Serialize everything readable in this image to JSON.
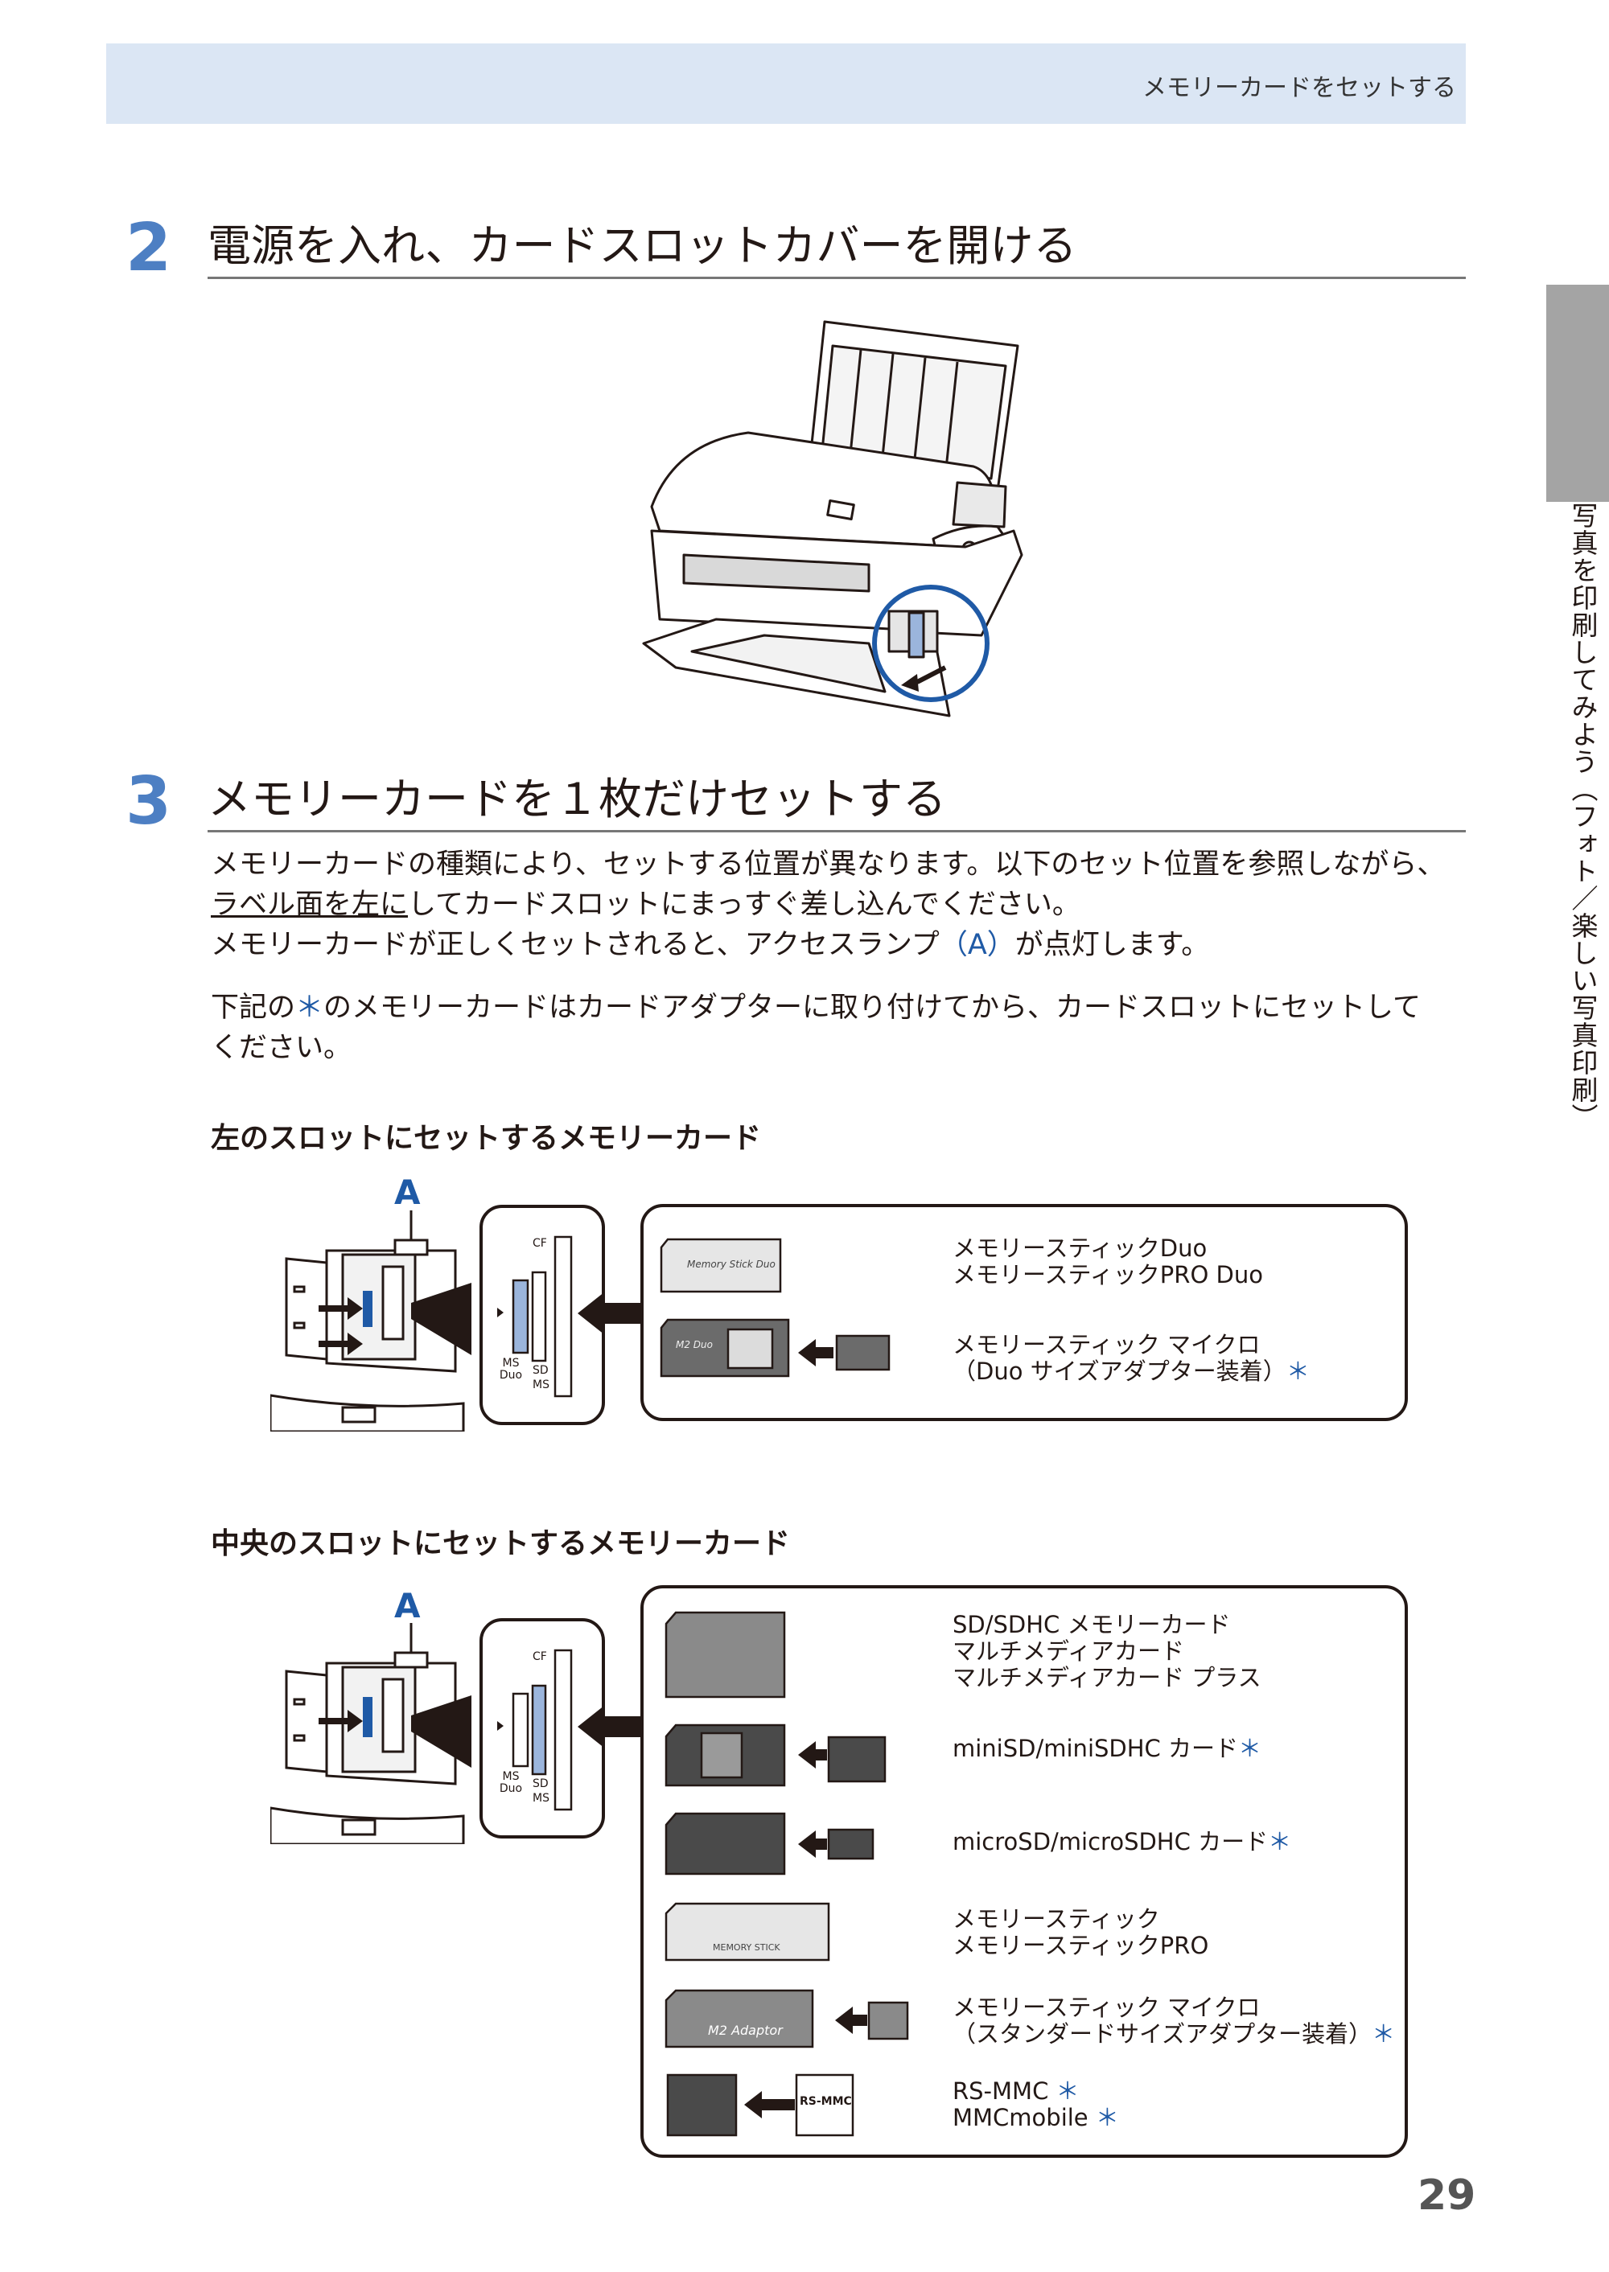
{
  "header": {
    "section_title": "メモリーカードをセットする"
  },
  "side_tab": {
    "text": "写真を印刷してみよう（フォト／楽しい写真印刷）"
  },
  "step2": {
    "number": "2",
    "title": "電源を入れ、カードスロットカバーを開ける"
  },
  "step3": {
    "number": "3",
    "title": "メモリーカードを１枚だけセットする",
    "para1_line1": "メモリーカードの種類により、セットする位置が異なります。以下のセット位置を参照しながら、",
    "para1_line2_underlined": "ラベル面を左に",
    "para1_line2_rest": "してカードスロットにまっすぐ差し込んでください。",
    "para1_line3_pre": "メモリーカードが正しくセットされると、アクセスランプ",
    "para1_line3_mark": "（A）",
    "para1_line3_post": "が点灯します。",
    "para2_pre": "下記の",
    "para2_asterisk": "＊",
    "para2_line1_post": "のメモリーカードはカードアダプターに取り付けてから、カードスロットにセットして",
    "para2_line2": "ください。"
  },
  "left_slot": {
    "heading": "左のスロットにセットするメモリーカード",
    "lamp_label": "A",
    "slot_labels": {
      "cf": "CF",
      "ms_duo": "MS Duo",
      "sd": "SD",
      "ms": "MS"
    },
    "cards": [
      {
        "line1": "メモリースティックDuo",
        "line2": "メモリースティックPRO Duo",
        "asterisk": ""
      },
      {
        "line1": "メモリースティック マイクロ",
        "line2": "（Duo サイズアダプター装着）",
        "asterisk": "＊"
      }
    ]
  },
  "center_slot": {
    "heading": "中央のスロットにセットするメモリーカード",
    "lamp_label": "A",
    "slot_labels": {
      "cf": "CF",
      "ms_duo": "MS Duo",
      "sd": "SD",
      "ms": "MS"
    },
    "cards": [
      {
        "line1": "SD/SDHC メモリーカード",
        "line2": "マルチメディアカード",
        "line3": "マルチメディアカード プラス",
        "asterisk": ""
      },
      {
        "line1": "miniSD/miniSDHC カード",
        "asterisk": "＊"
      },
      {
        "line1": "microSD/microSDHC カード",
        "asterisk": "＊"
      },
      {
        "line1": "メモリースティック",
        "line2": "メモリースティックPRO",
        "asterisk": ""
      },
      {
        "line1": "メモリースティック マイクロ",
        "line2": "（スタンダードサイズアダプター装着）",
        "asterisk": "＊"
      },
      {
        "line1": "RS-MMC",
        "line1_asterisk": "＊",
        "line2": "MMCmobile",
        "line2_asterisk": "＊"
      }
    ]
  },
  "page_number": "29",
  "colors": {
    "accent_blue": "#1f5aa6",
    "step_number": "#4d7fc3",
    "header_bg": "#dbe6f4",
    "side_tab": "#a4a4a4"
  }
}
